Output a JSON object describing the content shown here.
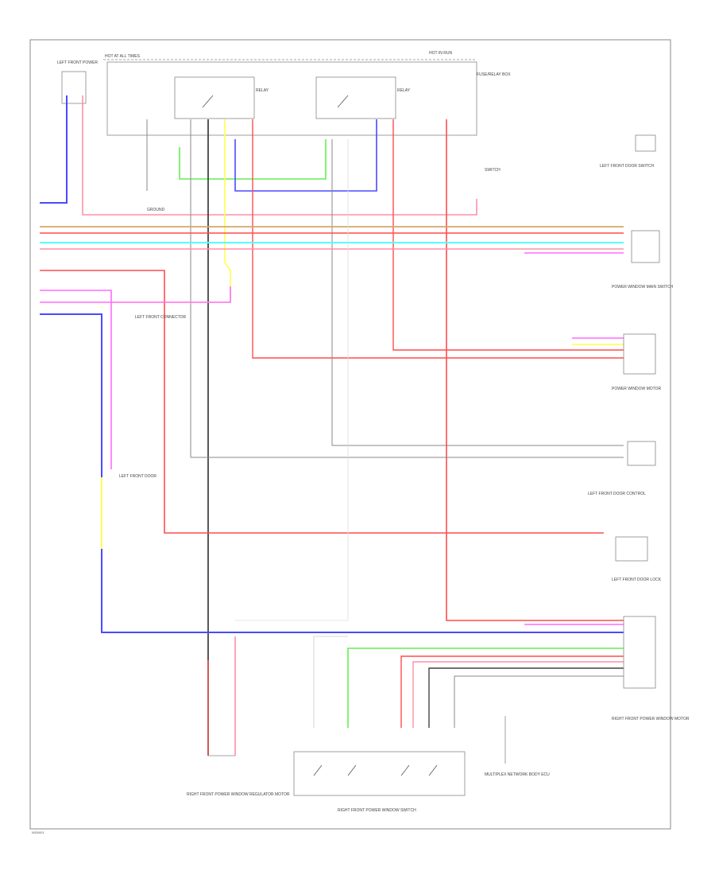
{
  "colors": {
    "red": "#ff4d4d",
    "pink": "#ff8fa8",
    "magenta": "#ff6bff",
    "blue": "#4a4aff",
    "yellow": "#ffff4d",
    "green": "#66ee55",
    "cyan": "#55ffff",
    "tan": "#d4a76a",
    "gray": "#8a8a8a",
    "dark": "#444444",
    "frame": "#888888"
  },
  "diagram": {
    "frame_code": "WD0001",
    "labels": {
      "top_header": "HOT AT ALL TIMES",
      "top_header_right": "HOT IN RUN",
      "left_fuse": "LEFT FRONT POWER",
      "jb_box": "FUSE/RELAY BOX",
      "relay_left": "RELAY",
      "relay_right": "RELAY",
      "lower_left_connector": "LEFT FRONT CONNECTOR",
      "mid_left_connector": "LEFT FRONT DOOR",
      "mid_switch": "SWITCH",
      "right_top_switch": "LEFT FRONT DOOR SWITCH",
      "right_power": "POWER WINDOW MAIN SWITCH",
      "right_ground": "LEFT FRONT DOOR LOCK",
      "right_mid_connector": "LEFT FRONT DOOR CONTROL",
      "right_motor": "POWER WINDOW MOTOR",
      "right_lower_unit": "RIGHT FRONT POWER WINDOW MOTOR",
      "bottom_left_unit": "RIGHT FRONT POWER WINDOW REGULATOR MOTOR",
      "bottom_center_unit": "RIGHT FRONT POWER WINDOW SWITCH",
      "bottom_right_unit": "MULTIPLEX NETWORK BODY ECU",
      "ground_label": "GROUND"
    }
  }
}
